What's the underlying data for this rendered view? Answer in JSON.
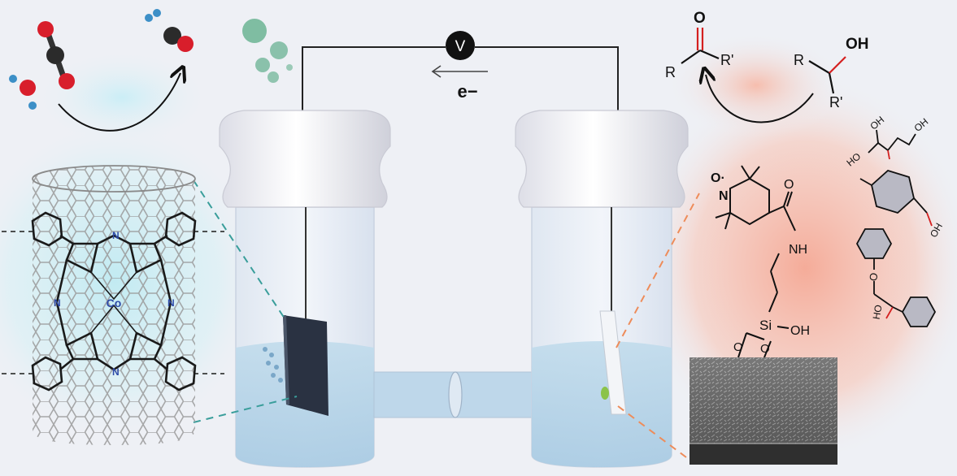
{
  "circuit": {
    "voltmeter_label": "V",
    "electron_label": "e−"
  },
  "catalyst": {
    "metal_label": "Co",
    "nitrogen_label": "N"
  },
  "oxidation_reaction": {
    "product_atoms": {
      "oxygen": "O",
      "r1": "R",
      "r2": "R'"
    },
    "reactant_atoms": {
      "hydroxyl": "OH",
      "r1": "R",
      "r2": "R'"
    }
  },
  "substrates": {
    "glycerol_labels": [
      "OH",
      "OH",
      "HO"
    ],
    "benzyl_alcohol_label": "OH",
    "ether_labels": [
      "O",
      "HO"
    ]
  },
  "tempo_linker": {
    "nitroxyl_label": "N",
    "oxyl_label": "O·",
    "amide_o": "O",
    "amide_nh": "NH",
    "silicon": "Si",
    "silanol": "OH",
    "siloxy": [
      "O",
      "O"
    ]
  },
  "colors": {
    "background": "#eef0f5",
    "cathode_glow": "#cfeef3",
    "anode_glow": "#f7c3b5",
    "electrolyte": "#b9d5e8",
    "oxygen_atom": "#d81e2b",
    "carbon_atom": "#2b2b2b",
    "hydrogen_atom": "#3c8fc7",
    "bubbles": "#78b99d",
    "red_bond": "#d42020"
  }
}
